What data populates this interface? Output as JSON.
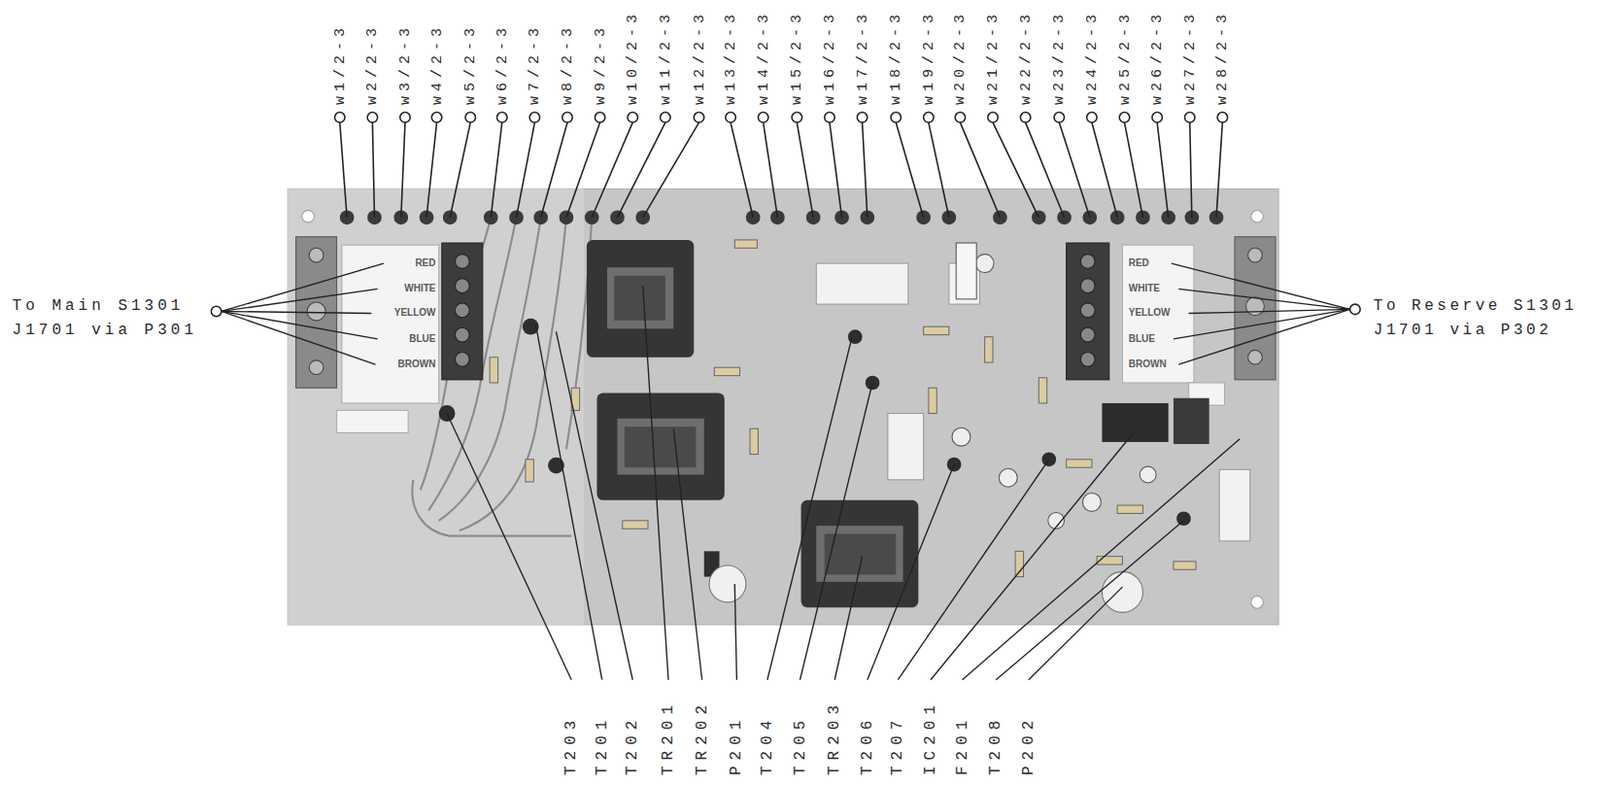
{
  "diagram": {
    "labels": [
      "w1/2-3",
      "w2/2-3",
      "w3/2-3",
      "w4/2-3",
      "w5/2-3",
      "w6/2-3",
      "w7/2-3",
      "w8/2-3",
      "w9/2-3",
      "w10/2-3",
      "w11/2-3",
      "w12/2-3",
      "w13/2-3",
      "w14/2-3",
      "w15/2-3",
      "w16/2-3",
      "w17/2-3",
      "w18/2-3",
      "w19/2-3",
      "w20/2-3",
      "w21/2-3",
      "w22/2-3",
      "w23/2-3",
      "w24/2-3",
      "w25/2-3",
      "w26/2-3",
      "w27/2-3",
      "w28/2-3",
      "To Main S1301 J1701 via P301",
      "RED",
      "WHITE",
      "YELLOW",
      "BLUE",
      "BROWN",
      "RED",
      "WHITE",
      "YELLOW",
      "BLUE",
      "BROWN",
      "To Reserve S1301 J1701 via P302",
      "T203",
      "T201",
      "T202",
      "TR201",
      "TR202",
      "P201",
      "T204",
      "T205",
      "TR203",
      "T206",
      "T207",
      "IC201",
      "F201",
      "T208",
      "P202"
    ]
  }
}
